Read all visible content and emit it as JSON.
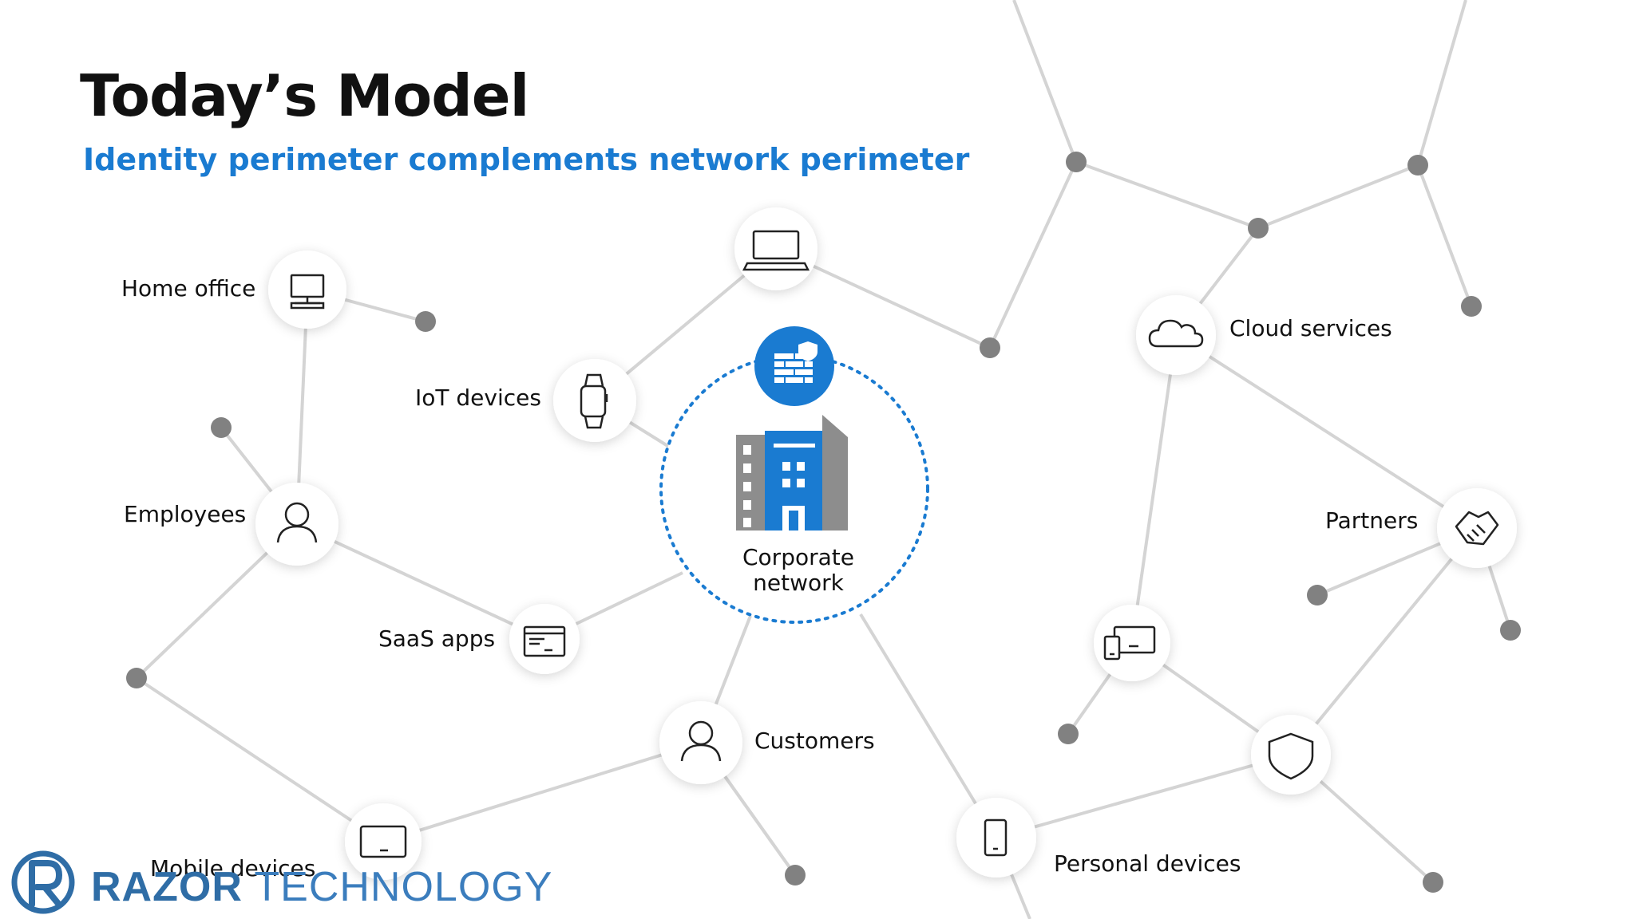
{
  "title": "Today’s Model",
  "subtitle": "Identity perimeter complements network perimeter",
  "center": {
    "line1": "Corporate",
    "line2": "network",
    "icon": "building-icon",
    "badge_icon": "firewall-icon"
  },
  "nodes": [
    {
      "id": "home-office",
      "label": "Home office",
      "icon": "desktop-icon"
    },
    {
      "id": "laptop",
      "label": "",
      "icon": "laptop-icon"
    },
    {
      "id": "iot-devices",
      "label": "IoT devices",
      "icon": "watch-icon"
    },
    {
      "id": "employees",
      "label": "Employees",
      "icon": "person-icon"
    },
    {
      "id": "saas-apps",
      "label": "SaaS apps",
      "icon": "app-window-icon"
    },
    {
      "id": "customers",
      "label": "Customers",
      "icon": "person-icon"
    },
    {
      "id": "mobile-devices",
      "label": "Mobile devices",
      "icon": "tablet-icon"
    },
    {
      "id": "personal-devices",
      "label": "Personal devices",
      "icon": "phone-icon"
    },
    {
      "id": "cloud-services",
      "label": "Cloud services",
      "icon": "cloud-icon"
    },
    {
      "id": "partners",
      "label": "Partners",
      "icon": "handshake-icon"
    },
    {
      "id": "devices",
      "label": "",
      "icon": "devices-icon"
    },
    {
      "id": "security",
      "label": "",
      "icon": "shield-icon"
    }
  ],
  "logo": {
    "bold": "RAZOR",
    "light": " TECHNOLOGY",
    "mark": "r-logo-icon"
  },
  "colors": {
    "accent": "#1a7bd1",
    "dot": "#818181",
    "line": "#d4d4d4",
    "building_gray": "#8d8d8d"
  }
}
